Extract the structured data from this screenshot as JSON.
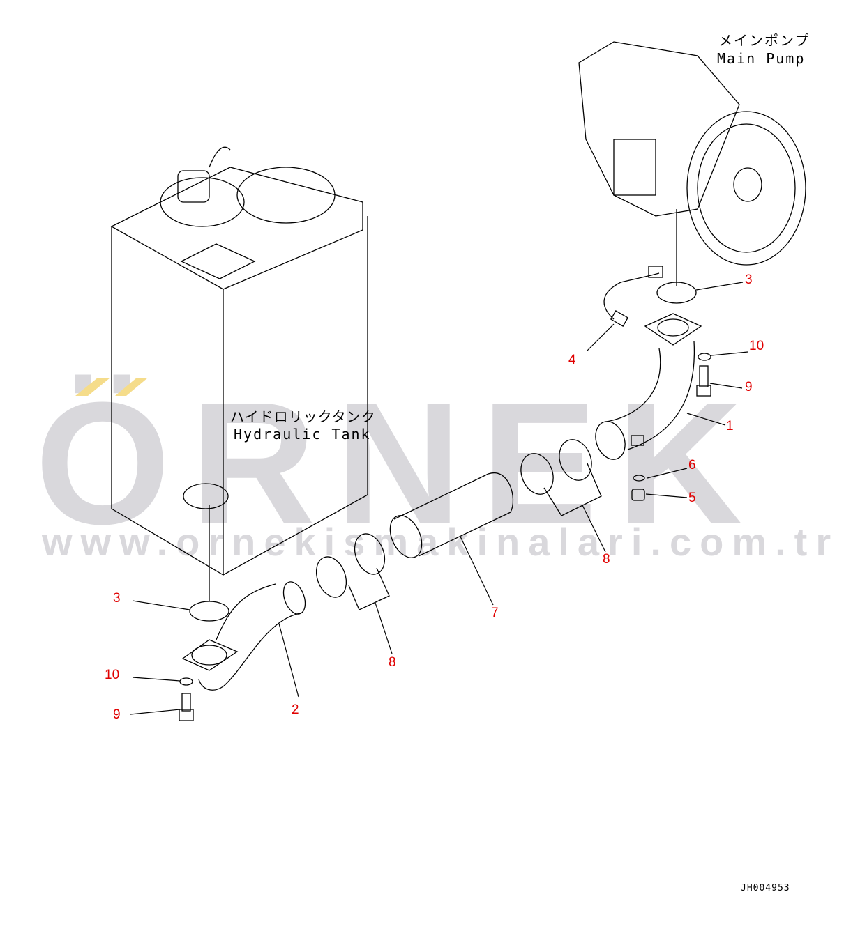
{
  "labels": {
    "main_pump_jp": "メインポンプ",
    "main_pump_en": "Main Pump",
    "tank_jp": "ハイドロリックタンク",
    "tank_en": "Hydraulic Tank"
  },
  "watermark": {
    "brand": "ÖRNEK",
    "url": "www.ornekismakinalari.com.tr"
  },
  "callouts": [
    "3",
    "10",
    "9",
    "1",
    "4",
    "6",
    "5",
    "8",
    "7",
    "8",
    "3",
    "10",
    "9",
    "2"
  ],
  "drawing_code": "JH004953",
  "colors": {
    "callout": "#e00000",
    "watermark": "#d9d8dc",
    "watermark_accent": "#f5dc8a"
  }
}
